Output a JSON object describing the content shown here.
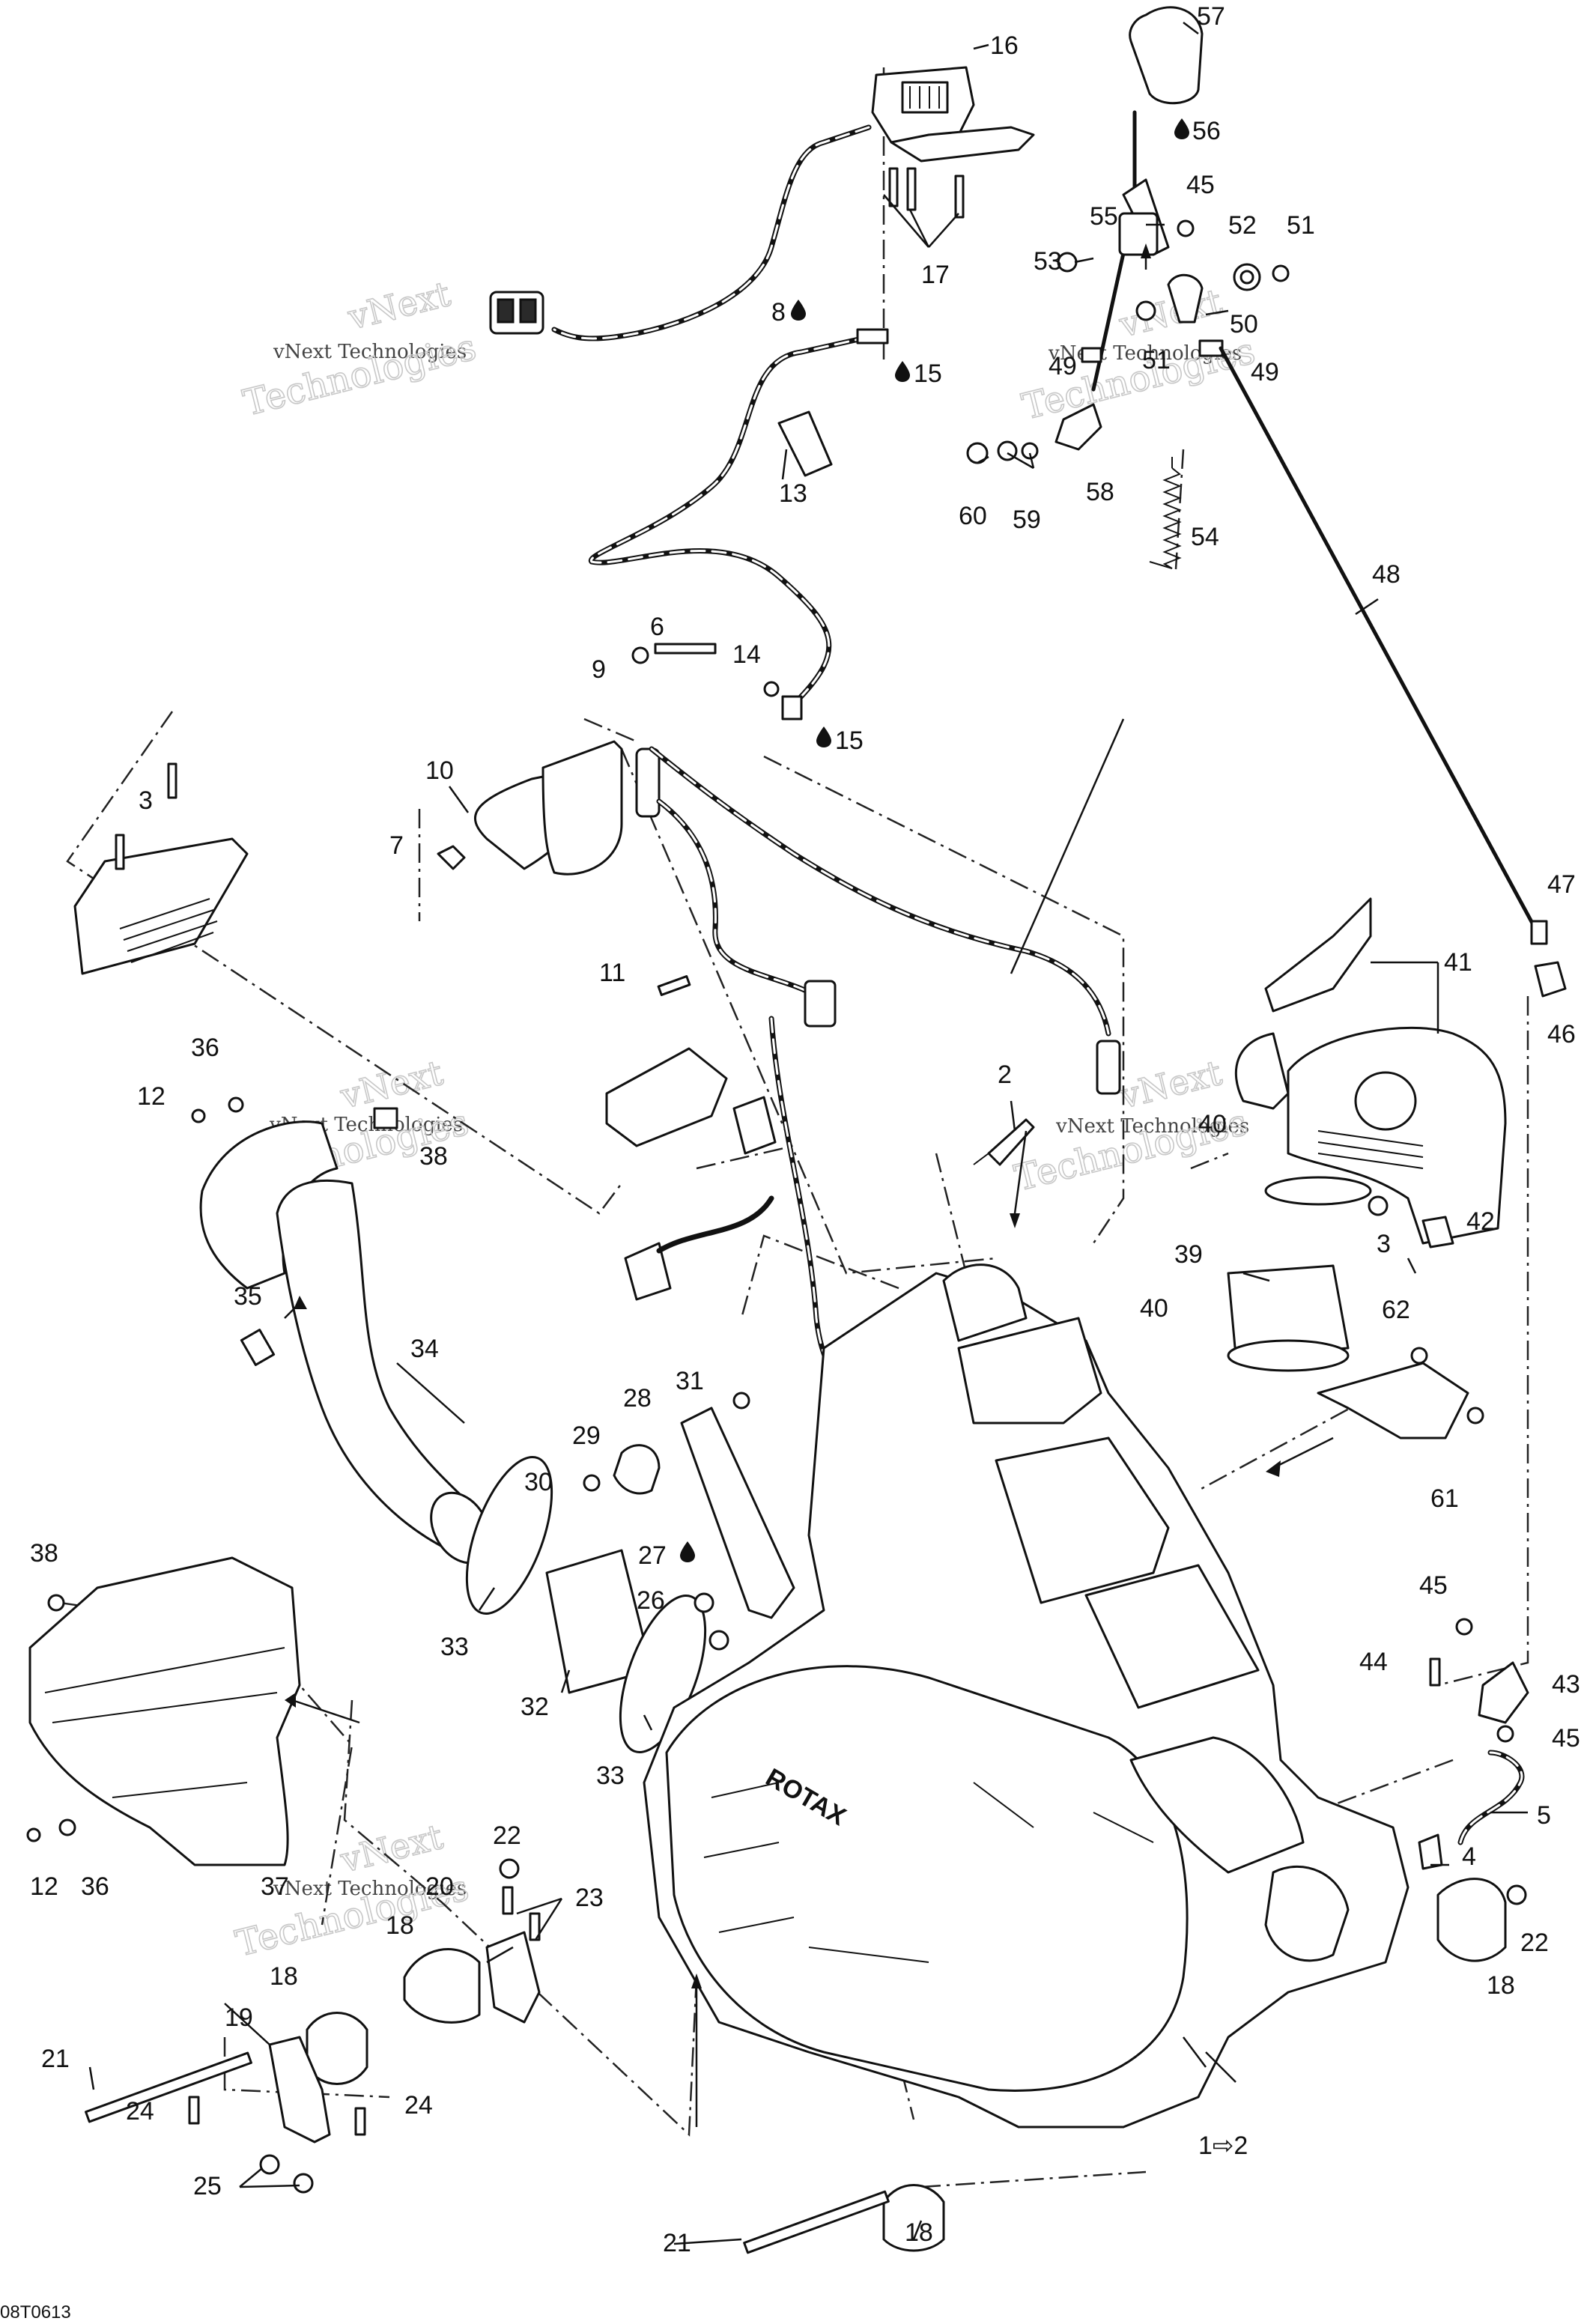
{
  "drawing_ref": "08T0613",
  "watermark": {
    "line1": "vNext Technologies",
    "line2": "vNext",
    "line3": "Technologies"
  },
  "callouts": [
    {
      "id": "c-57",
      "text": "57"
    },
    {
      "id": "c-16",
      "text": "16"
    },
    {
      "id": "c-56",
      "text": "56",
      "oil": true
    },
    {
      "id": "c-45a",
      "text": "45"
    },
    {
      "id": "c-55",
      "text": "55"
    },
    {
      "id": "c-52",
      "text": "52"
    },
    {
      "id": "c-51a",
      "text": "51"
    },
    {
      "id": "c-53",
      "text": "53"
    },
    {
      "id": "c-17",
      "text": "17"
    },
    {
      "id": "c-8",
      "text": "8",
      "oil": true
    },
    {
      "id": "c-50",
      "text": "50"
    },
    {
      "id": "c-49a",
      "text": "49"
    },
    {
      "id": "c-51b",
      "text": "51"
    },
    {
      "id": "c-49b",
      "text": "49"
    },
    {
      "id": "c-15a",
      "text": "15",
      "oil": true
    },
    {
      "id": "c-13",
      "text": "13"
    },
    {
      "id": "c-60",
      "text": "60"
    },
    {
      "id": "c-59",
      "text": "59"
    },
    {
      "id": "c-58",
      "text": "58"
    },
    {
      "id": "c-54",
      "text": "54"
    },
    {
      "id": "c-48",
      "text": "48"
    },
    {
      "id": "c-6",
      "text": "6"
    },
    {
      "id": "c-14",
      "text": "14"
    },
    {
      "id": "c-9",
      "text": "9"
    },
    {
      "id": "c-15b",
      "text": "15",
      "oil": true
    },
    {
      "id": "c-3a",
      "text": "3"
    },
    {
      "id": "c-10",
      "text": "10"
    },
    {
      "id": "c-7",
      "text": "7"
    },
    {
      "id": "c-47",
      "text": "47"
    },
    {
      "id": "c-41",
      "text": "41"
    },
    {
      "id": "c-46",
      "text": "46"
    },
    {
      "id": "c-11",
      "text": "11"
    },
    {
      "id": "c-2",
      "text": "2"
    },
    {
      "id": "c-36a",
      "text": "36"
    },
    {
      "id": "c-12a",
      "text": "12"
    },
    {
      "id": "c-38a",
      "text": "38"
    },
    {
      "id": "c-40a",
      "text": "40"
    },
    {
      "id": "c-3b",
      "text": "3"
    },
    {
      "id": "c-42",
      "text": "42"
    },
    {
      "id": "c-39",
      "text": "39"
    },
    {
      "id": "c-35",
      "text": "35"
    },
    {
      "id": "c-34",
      "text": "34"
    },
    {
      "id": "c-40b",
      "text": "40"
    },
    {
      "id": "c-62",
      "text": "62"
    },
    {
      "id": "c-31",
      "text": "31"
    },
    {
      "id": "c-28",
      "text": "28"
    },
    {
      "id": "c-29",
      "text": "29"
    },
    {
      "id": "c-30",
      "text": "30"
    },
    {
      "id": "c-61",
      "text": "61"
    },
    {
      "id": "c-38b",
      "text": "38"
    },
    {
      "id": "c-27",
      "text": "27",
      "oil": true
    },
    {
      "id": "c-26",
      "text": "26"
    },
    {
      "id": "c-33a",
      "text": "33"
    },
    {
      "id": "c-45b",
      "text": "45"
    },
    {
      "id": "c-32",
      "text": "32"
    },
    {
      "id": "c-44",
      "text": "44"
    },
    {
      "id": "c-43",
      "text": "43"
    },
    {
      "id": "c-45c",
      "text": "45"
    },
    {
      "id": "c-33b",
      "text": "33"
    },
    {
      "id": "c-5",
      "text": "5"
    },
    {
      "id": "c-12b",
      "text": "12"
    },
    {
      "id": "c-36b",
      "text": "36"
    },
    {
      "id": "c-37",
      "text": "37"
    },
    {
      "id": "c-22a",
      "text": "22"
    },
    {
      "id": "c-4",
      "text": "4"
    },
    {
      "id": "c-20",
      "text": "20"
    },
    {
      "id": "c-23",
      "text": "23"
    },
    {
      "id": "c-18a",
      "text": "18"
    },
    {
      "id": "c-22b",
      "text": "22"
    },
    {
      "id": "c-18b",
      "text": "18"
    },
    {
      "id": "c-18c",
      "text": "18"
    },
    {
      "id": "c-19",
      "text": "19"
    },
    {
      "id": "c-21a",
      "text": "21"
    },
    {
      "id": "c-24a",
      "text": "24"
    },
    {
      "id": "c-24b",
      "text": "24"
    },
    {
      "id": "c-1",
      "text": "1⇨2"
    },
    {
      "id": "c-25",
      "text": "25"
    },
    {
      "id": "c-18d",
      "text": "18"
    },
    {
      "id": "c-21b",
      "text": "21"
    }
  ]
}
